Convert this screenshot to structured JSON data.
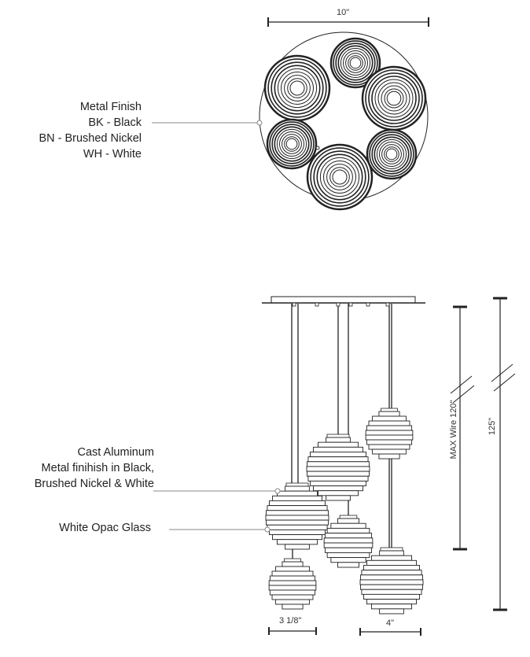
{
  "top_view": {
    "width_dimension": "10\"",
    "finish_label": {
      "title": "Metal Finish",
      "options": [
        "BK - Black",
        "BN - Brushed Nickel",
        "WH - White"
      ]
    }
  },
  "side_view": {
    "material_label": [
      "Cast Aluminum",
      "Metal finihish in Black,",
      "Brushed Nickel & White"
    ],
    "glass_label": "White Opac Glass",
    "max_wire_dimension": "MAX  Wire 120\"",
    "overall_height_dimension": "125\"",
    "small_globe_dimension": "3 1/8\"",
    "large_globe_dimension": "4\""
  },
  "colors": {
    "line": "#222222",
    "leader": "#888888"
  }
}
